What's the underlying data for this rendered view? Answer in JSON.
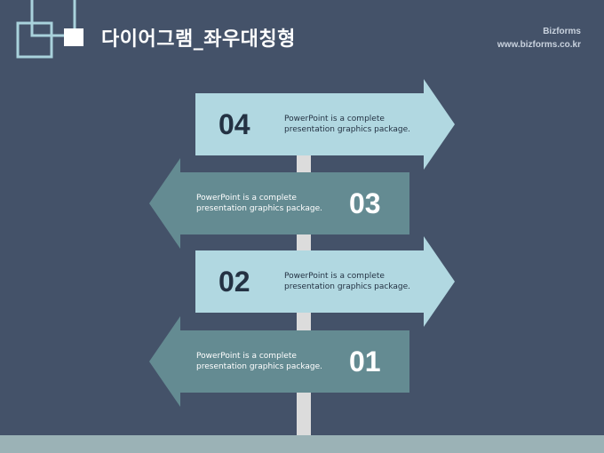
{
  "header": {
    "title": "다이어그램_좌우대칭형",
    "brand_name": "Bizforms",
    "brand_url": "www.bizforms.co.kr"
  },
  "colors": {
    "background": "#445269",
    "right_arrow": "#b1d8e1",
    "left_arrow": "#648b92",
    "pole": "#dcdcdc",
    "ground": "#9bb2b6"
  },
  "signs": [
    {
      "number": "04",
      "direction": "right",
      "line1": "PowerPoint is a complete",
      "line2": "presentation graphics package."
    },
    {
      "number": "03",
      "direction": "left",
      "line1": "PowerPoint is a complete",
      "line2": "presentation graphics package."
    },
    {
      "number": "02",
      "direction": "right",
      "line1": "PowerPoint is a complete",
      "line2": "presentation graphics package."
    },
    {
      "number": "01",
      "direction": "left",
      "line1": "PowerPoint is a complete",
      "line2": "presentation graphics package."
    }
  ]
}
